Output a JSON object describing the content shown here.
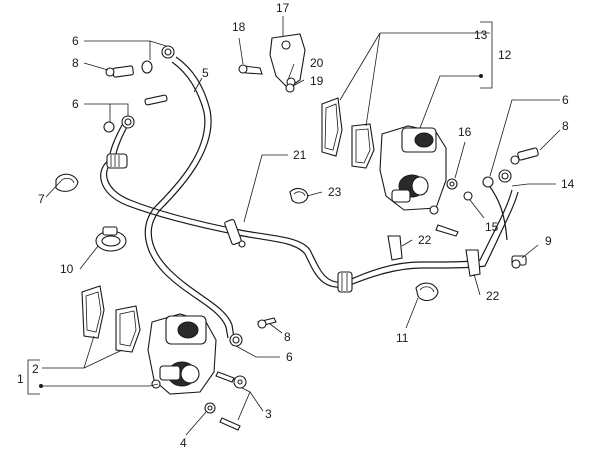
{
  "callouts": {
    "c1": "1",
    "c2": "2",
    "c3": "3",
    "c4": "4",
    "c5": "5",
    "c6a": "6",
    "c6b": "6",
    "c6c": "6",
    "c6d": "6",
    "c7": "7",
    "c8a": "8",
    "c8b": "8",
    "c8c": "8",
    "c9": "9",
    "c10": "10",
    "c11": "11",
    "c12": "12",
    "c13": "13",
    "c14": "14",
    "c15": "15",
    "c16": "16",
    "c17": "17",
    "c18": "18",
    "c19": "19",
    "c20": "20",
    "c21": "21",
    "c22a": "22",
    "c22b": "22",
    "c23": "23"
  }
}
